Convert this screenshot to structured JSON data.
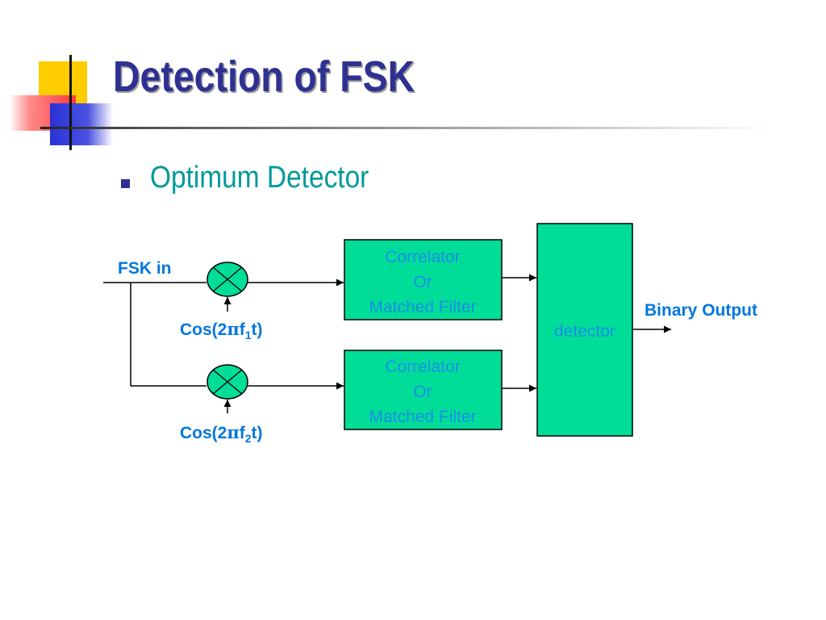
{
  "slide": {
    "title": "Detection of FSK",
    "bullet": "Optimum Detector"
  },
  "diagram": {
    "input_label": "FSK in",
    "carrier_1": {
      "prefix": "Cos(2",
      "pi": "π",
      "f": "f",
      "sub": "1",
      "suffix": "t)"
    },
    "carrier_2": {
      "prefix": "Cos(2",
      "pi": "π",
      "f": "f",
      "sub": "2",
      "suffix": "t)"
    },
    "filter_1": {
      "line1": "Correlator",
      "line2": "Or",
      "line3": "Matched Filter"
    },
    "filter_2": {
      "line1": "Correlator",
      "line2": "Or",
      "line3": "Matched Filter"
    },
    "detector": "detector",
    "output_label": "Binary Output"
  },
  "colors": {
    "title": "#2e3192",
    "bullet_text": "#009999",
    "block_fill": "#00dd99",
    "label_text": "#0077dd"
  }
}
